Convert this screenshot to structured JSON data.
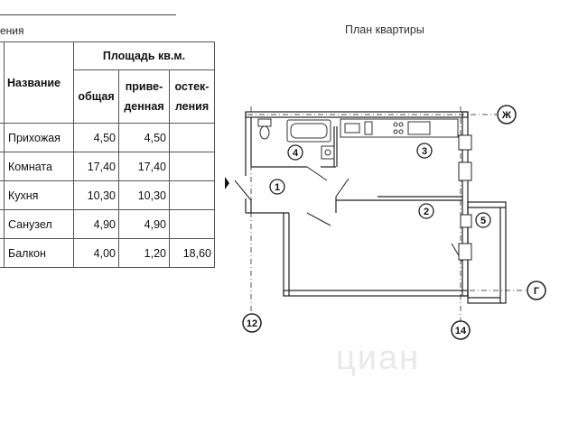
{
  "header": {
    "left_caption": "ения",
    "plan_title": "План квартиры"
  },
  "table": {
    "name_header": "Название",
    "area_header": "Площадь кв.м.",
    "sub_headers": {
      "total": "общая",
      "reduced_line1": "приве-",
      "reduced_line2": "денная",
      "glazing_line1": "остек-",
      "glazing_line2": "ления"
    },
    "rows": [
      {
        "name": "Прихожая",
        "total": "4,50",
        "reduced": "4,50",
        "glazing": ""
      },
      {
        "name": "Комната",
        "total": "17,40",
        "reduced": "17,40",
        "glazing": ""
      },
      {
        "name": "Кухня",
        "total": "10,30",
        "reduced": "10,30",
        "glazing": ""
      },
      {
        "name": "Санузел",
        "total": "4,90",
        "reduced": "4,90",
        "glazing": ""
      },
      {
        "name": "Балкон",
        "total": "4,00",
        "reduced": "1,20",
        "glazing": "18,60"
      }
    ]
  },
  "plan": {
    "room_labels": [
      "1",
      "2",
      "3",
      "4",
      "5"
    ],
    "axis_labels": {
      "zh": "Ж",
      "g": "Г",
      "a12": "12",
      "a14": "14"
    }
  },
  "watermark": "циан"
}
